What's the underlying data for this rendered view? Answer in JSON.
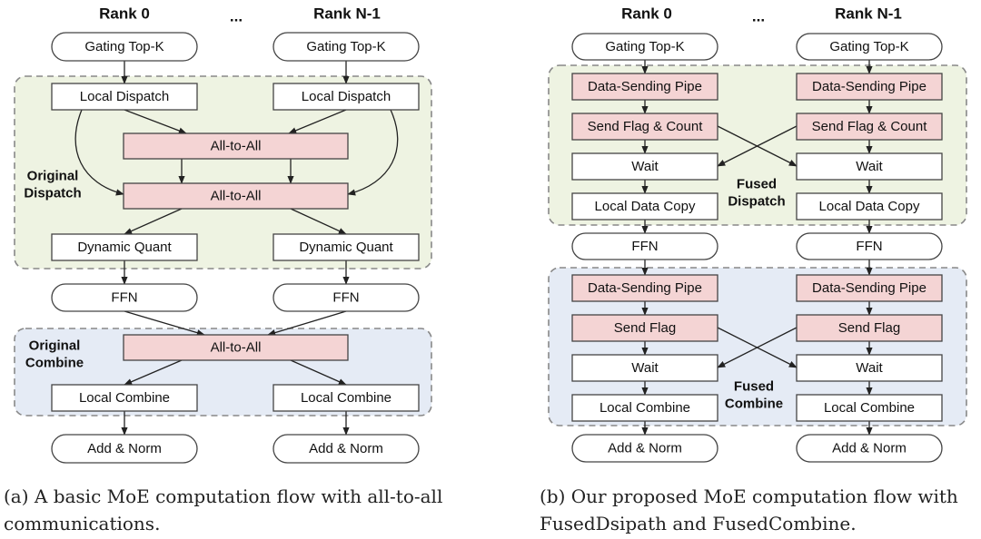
{
  "colors": {
    "pink": "#f4d4d4",
    "white": "#ffffff",
    "green_region": "#eef3e2",
    "blue_region": "#e5ebf5",
    "stroke": "#444444",
    "dash": "#888888",
    "arrow": "#222222"
  },
  "left": {
    "rank0": "Rank 0",
    "ellipsis": "...",
    "rankN": "Rank N-1",
    "gating": "Gating Top-K",
    "local_dispatch": "Local Dispatch",
    "all_to_all": "All-to-All",
    "dispatch_region": [
      "Original",
      "Dispatch"
    ],
    "dynamic_quant": "Dynamic Quant",
    "ffn": "FFN",
    "combine_region": [
      "Original",
      "Combine"
    ],
    "local_combine": "Local Combine",
    "add_norm": "Add & Norm",
    "caption": [
      "(a) A basic MoE computation flow with all-to-all",
      "communications."
    ]
  },
  "right": {
    "rank0": "Rank 0",
    "ellipsis": "...",
    "rankN": "Rank N-1",
    "gating": "Gating Top-K",
    "data_pipe": "Data-Sending Pipe",
    "send_flag_count": "Send Flag & Count",
    "wait": "Wait",
    "local_data_copy": "Local Data Copy",
    "dispatch_region": [
      "Fused",
      "Dispatch"
    ],
    "ffn": "FFN",
    "send_flag": "Send Flag",
    "local_combine": "Local Combine",
    "combine_region": [
      "Fused",
      "Combine"
    ],
    "add_norm": "Add & Norm",
    "caption": [
      "(b) Our proposed MoE computation flow with",
      "FusedDsipath and FusedCombine."
    ]
  }
}
